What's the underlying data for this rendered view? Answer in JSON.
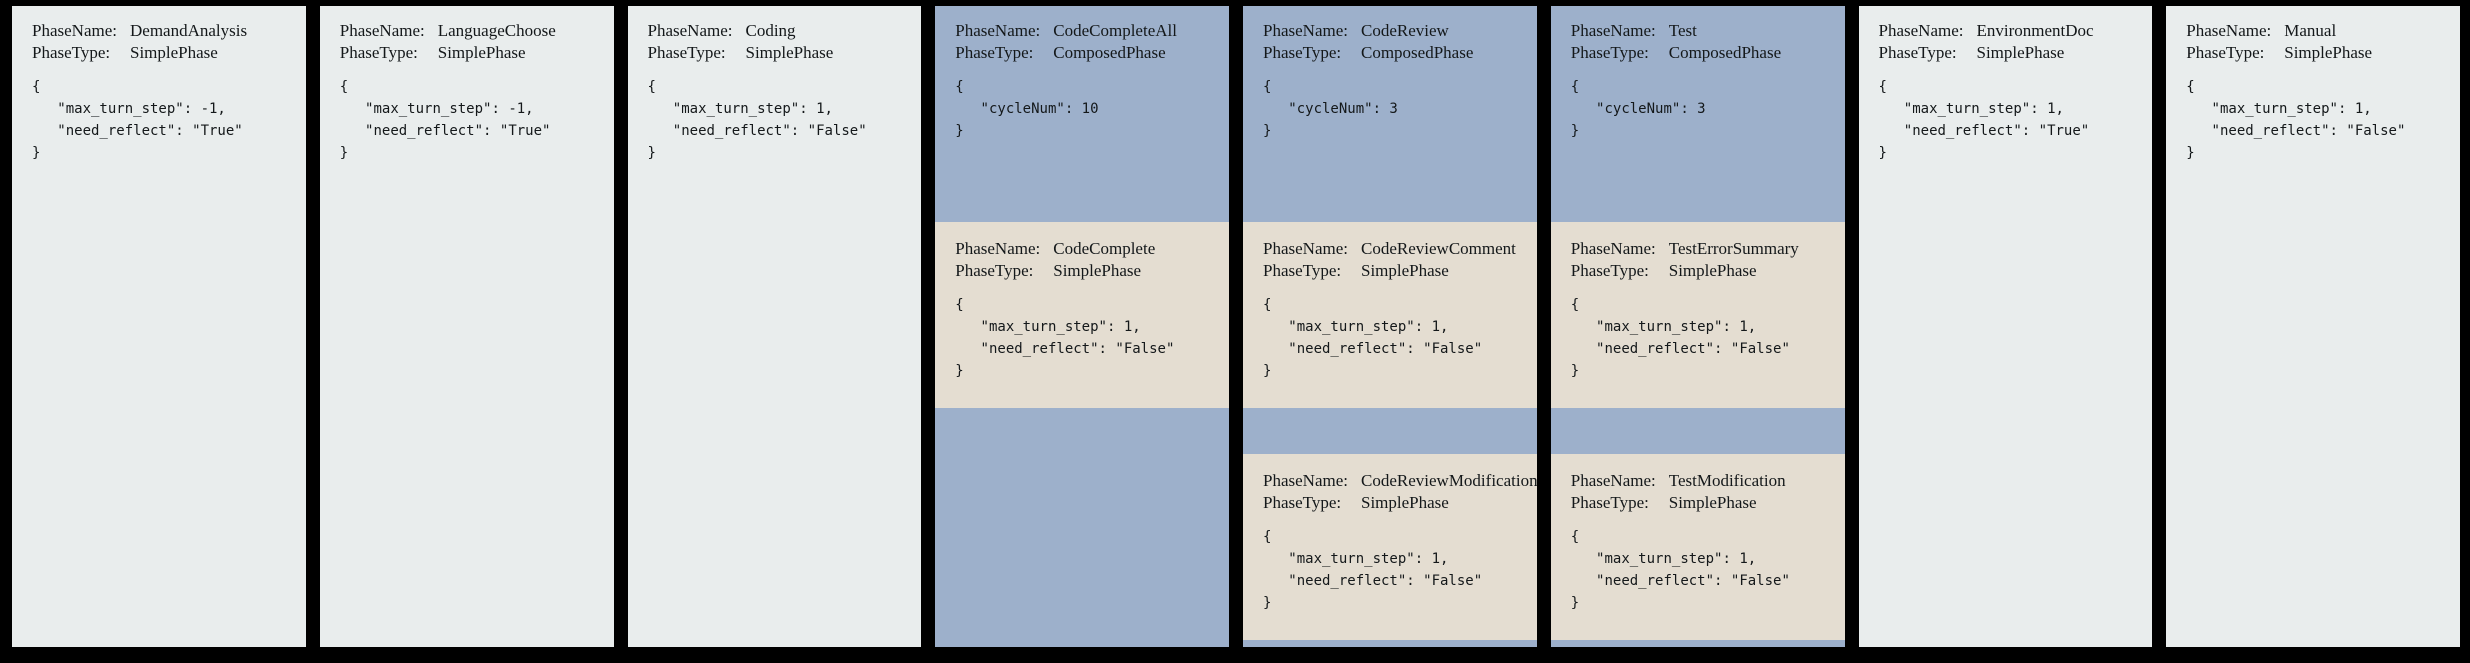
{
  "colors": {
    "page_bg": "#000000",
    "simple_phase_bg": "#e9eded",
    "composed_phase_bg": "#9db0cb",
    "subphase_bg": "#e4ddd1",
    "text": "#14181a"
  },
  "labels": {
    "phase_name": "PhaseName:",
    "phase_type": "PhaseType:"
  },
  "phases": [
    {
      "name": "DemandAnalysis",
      "type": "SimplePhase",
      "config": "{\n   \"max_turn_step\": -1,\n   \"need_reflect\": \"True\"\n}"
    },
    {
      "name": "LanguageChoose",
      "type": "SimplePhase",
      "config": "{\n   \"max_turn_step\": -1,\n   \"need_reflect\": \"True\"\n}"
    },
    {
      "name": "Coding",
      "type": "SimplePhase",
      "config": "{\n   \"max_turn_step\": 1,\n   \"need_reflect\": \"False\"\n}"
    },
    {
      "name": "CodeCompleteAll",
      "type": "ComposedPhase",
      "config": "{\n   \"cycleNum\": 10\n}",
      "subphases": [
        {
          "name": "CodeComplete",
          "type": "SimplePhase",
          "config": "{\n   \"max_turn_step\": 1,\n   \"need_reflect\": \"False\"\n}"
        }
      ]
    },
    {
      "name": "CodeReview",
      "type": "ComposedPhase",
      "config": "{\n   \"cycleNum\": 3\n}",
      "subphases": [
        {
          "name": "CodeReviewComment",
          "type": "SimplePhase",
          "config": "{\n   \"max_turn_step\": 1,\n   \"need_reflect\": \"False\"\n}"
        },
        {
          "name": "CodeReviewModification",
          "type": "SimplePhase",
          "config": "{\n   \"max_turn_step\": 1,\n   \"need_reflect\": \"False\"\n}"
        }
      ]
    },
    {
      "name": "Test",
      "type": "ComposedPhase",
      "config": "{\n   \"cycleNum\": 3\n}",
      "subphases": [
        {
          "name": "TestErrorSummary",
          "type": "SimplePhase",
          "config": "{\n   \"max_turn_step\": 1,\n   \"need_reflect\": \"False\"\n}"
        },
        {
          "name": "TestModification",
          "type": "SimplePhase",
          "config": "{\n   \"max_turn_step\": 1,\n   \"need_reflect\": \"False\"\n}"
        }
      ]
    },
    {
      "name": "EnvironmentDoc",
      "type": "SimplePhase",
      "config": "{\n   \"max_turn_step\": 1,\n   \"need_reflect\": \"True\"\n}"
    },
    {
      "name": "Manual",
      "type": "SimplePhase",
      "config": "{\n   \"max_turn_step\": 1,\n   \"need_reflect\": \"False\"\n}"
    }
  ]
}
